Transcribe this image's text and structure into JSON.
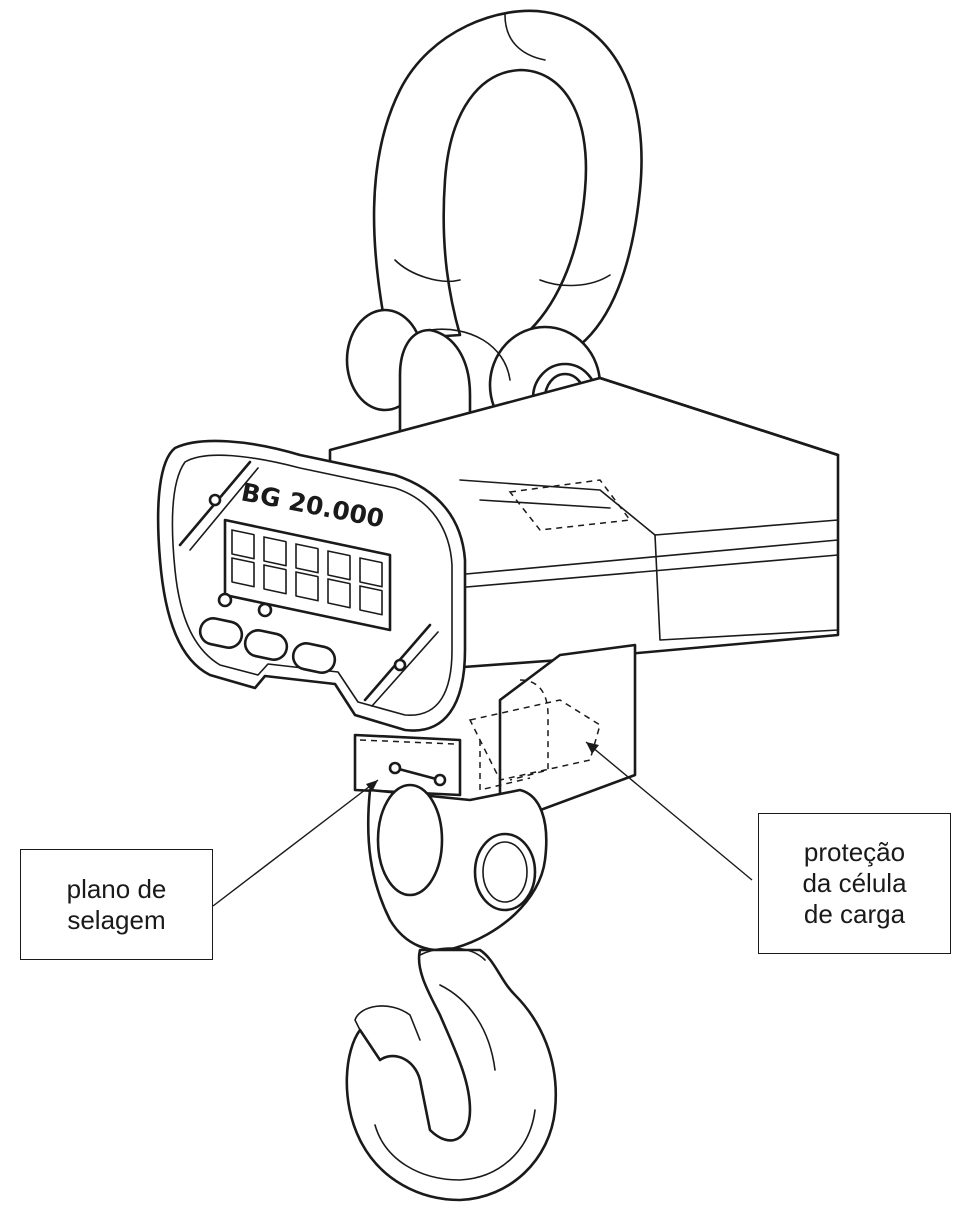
{
  "figure": {
    "model_label": "BG 20.000",
    "callouts": [
      {
        "id": "sealing-plane",
        "text": "plano de\nselagem"
      },
      {
        "id": "load-cell-protection",
        "text": "proteção\nda célula\nde carga"
      }
    ]
  },
  "display": {
    "digit_count": 5,
    "indicator_lights": 2,
    "buttons": 3
  }
}
